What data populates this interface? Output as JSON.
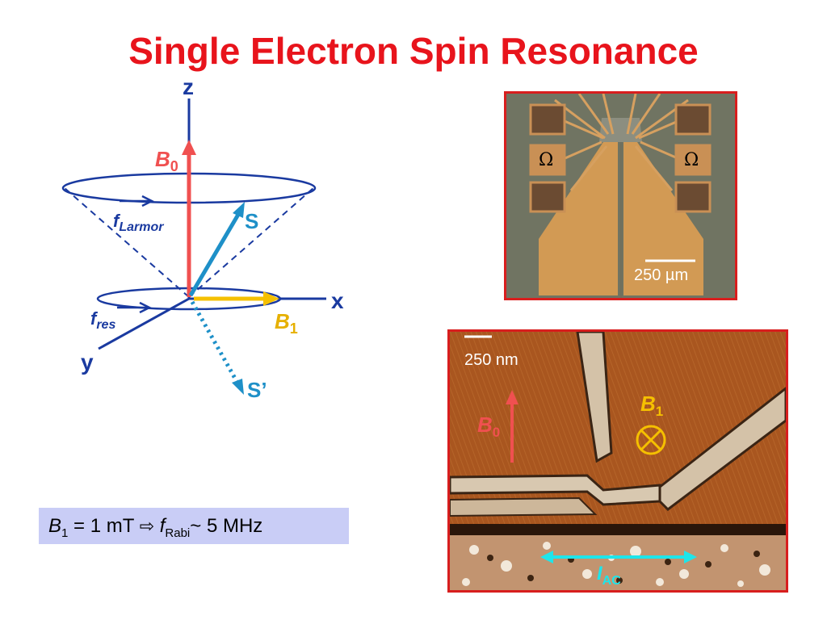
{
  "title": "Single Electron Spin Resonance",
  "diagram": {
    "axis_z": "z",
    "axis_x": "x",
    "axis_y": "y",
    "b0_base": "B",
    "b0_sub": "0",
    "b1_base": "B",
    "b1_sub": "1",
    "spin": "S",
    "spin_prime": "S’",
    "f_larmor_base": "f",
    "f_larmor_sub": "Larmor",
    "f_res_base": "f",
    "f_res_sub": "res",
    "colors": {
      "axis": "#1a3aa0",
      "b0": "#f05050",
      "b1": "#f5c000",
      "spin": "#1e90c8"
    }
  },
  "formula": {
    "b_base": "B",
    "b_sub": "1",
    "b_rest": " = 1 mT ",
    "arrow": "⇨",
    "f_base": " f",
    "f_sub": "Rabi",
    "f_rest": "~ 5 MHz"
  },
  "micrograph_top": {
    "scalebar_label": "250 µm",
    "omega_left": "Ω",
    "omega_right": "Ω"
  },
  "micrograph_bottom": {
    "scalebar_label": "250 nm",
    "b1_base": "B",
    "b1_sub": "1",
    "b0_base": "B",
    "b0_sub": "0",
    "iac_base": "I",
    "iac_sub": "AC"
  }
}
